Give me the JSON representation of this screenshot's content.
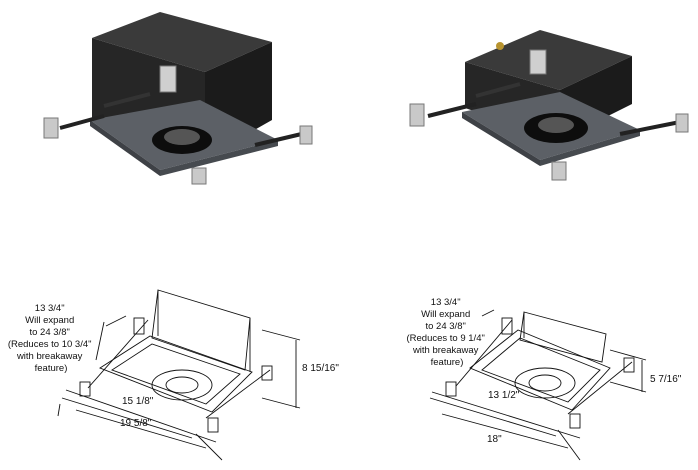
{
  "left_drawing": {
    "note_lines": [
      "13 3/4\"",
      "Will expand",
      "to 24 3/8\"",
      "(Reduces to 10 3/4\"",
      "with breakaway",
      "feature)"
    ],
    "height": "8 15/16\"",
    "inner_width": "15 1/8\"",
    "outer_width": "19 5/8\""
  },
  "right_drawing": {
    "note_lines": [
      "13 3/4\"",
      "Will expand",
      "to 24 3/8\"",
      "(Reduces to 9 1/4\"",
      "with breakaway",
      "feature)"
    ],
    "height": "5 7/16\"",
    "inner_width": "13 1/2\"",
    "outer_width": "18\""
  },
  "colors": {
    "housing": "#2b2b2b",
    "housing_side": "#1c1c1c",
    "pan": "#5a5e63",
    "line": "#111111"
  }
}
